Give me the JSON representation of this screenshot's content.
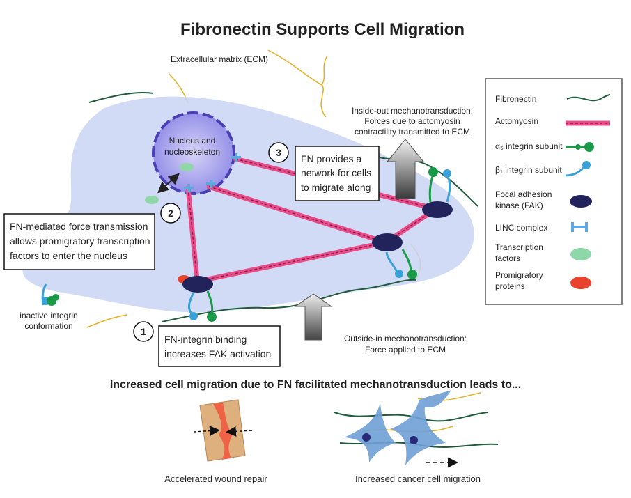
{
  "title": "Fibronectin Supports Cell Migration",
  "ecm_label": "Extracellular matrix (ECM)",
  "nucleus_label": [
    "Nucleus and",
    "nucleoskeleton"
  ],
  "inside_out": [
    "Inside-out mechanotransduction:",
    "Forces due to actomyosin",
    "contractility transmitted to ECM"
  ],
  "outside_in": [
    "Outside-in mechanotransduction:",
    "Force applied to ECM"
  ],
  "inactive_label": [
    "inactive integrin",
    "conformation"
  ],
  "steps": [
    {
      "num": "1",
      "lines": [
        "FN-integrin binding",
        "increases FAK activation"
      ]
    },
    {
      "num": "2",
      "lines": [
        "FN-mediated force transmission",
        "allows promigratory transcription",
        "factors to enter the nucleus"
      ]
    },
    {
      "num": "3",
      "lines": [
        "FN provides a",
        "network for cells",
        "to migrate along"
      ]
    }
  ],
  "legend": [
    {
      "label": [
        "Fibronectin"
      ],
      "icon": "fibronectin-strand"
    },
    {
      "label": [
        "Actomyosin"
      ],
      "icon": "actomyosin-fiber"
    },
    {
      "label": [
        "α₅ integrin subunit"
      ],
      "icon": "alpha5-integrin"
    },
    {
      "label": [
        "β₁ integrin subunit"
      ],
      "icon": "beta1-integrin"
    },
    {
      "label": [
        "Focal adhesion",
        "kinase (FAK)"
      ],
      "icon": "fak-oval"
    },
    {
      "label": [
        "LINC complex"
      ],
      "icon": "linc-complex"
    },
    {
      "label": [
        "Transcription",
        "factors"
      ],
      "icon": "transcription-factor-oval"
    },
    {
      "label": [
        "Promigratory",
        "proteins"
      ],
      "icon": "promigratory-oval"
    }
  ],
  "bottom_heading": "Increased cell migration due to FN facilitated mechanotransduction leads to...",
  "outcomes": [
    {
      "label": "Accelerated wound repair"
    },
    {
      "label": "Increased cancer cell migration"
    }
  ],
  "colors": {
    "fibronectin": "#1f5b3a",
    "actomyosin": "#e84d8a",
    "alpha5": "#1a9a48",
    "beta1": "#3aa1d8",
    "fak": "#23235c",
    "linc": "#5fa7dc",
    "transcription": "#8fd6a8",
    "promigratory": "#e8432d",
    "cell": "#c8d4f2",
    "nucleus": "#a9a6ec",
    "ecm": "#e8b020"
  }
}
